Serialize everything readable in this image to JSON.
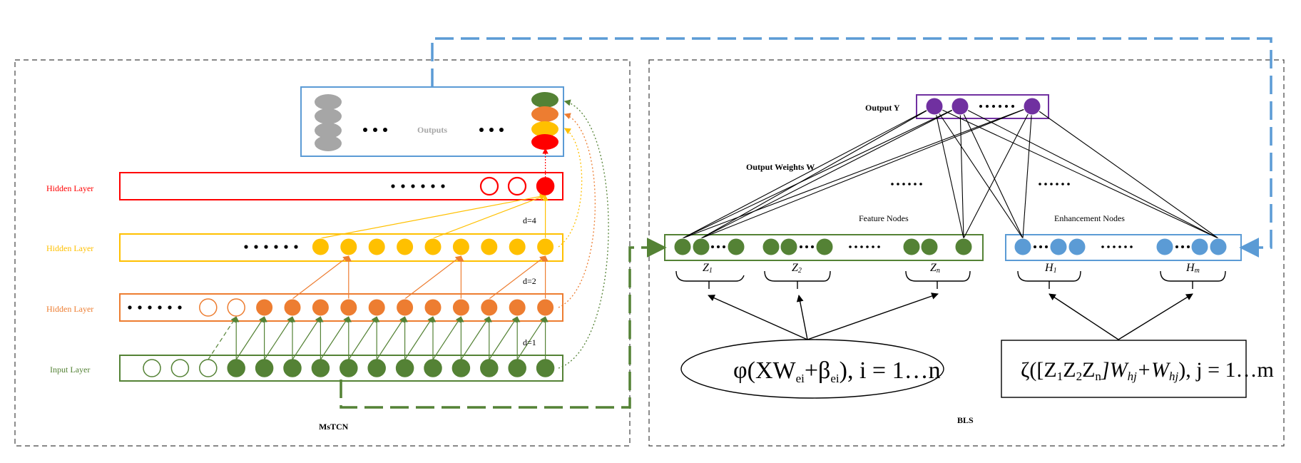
{
  "colors": {
    "green": "#548235",
    "orange": "#ED7D31",
    "yellow": "#FFC000",
    "red": "#FF0000",
    "blue": "#5B9BD5",
    "purple": "#7030A0",
    "gray": "#A6A6A6",
    "dashed_border": "#404040"
  },
  "mstcn": {
    "title": "MsTCN",
    "outputs_label": "Outputs",
    "layers": [
      {
        "label": "Hidden Layer",
        "color": "red"
      },
      {
        "label": "Hidden Layer",
        "color": "yellow"
      },
      {
        "label": "Hidden Layer",
        "color": "orange"
      },
      {
        "label": "Input Layer",
        "color": "green"
      }
    ],
    "dilations": [
      "d=4",
      "d=2",
      "d=1"
    ]
  },
  "bls": {
    "title": "BLS",
    "output_label": "Output  Y",
    "weights_label": "Output Weights  W",
    "feature_nodes_label": "Feature Nodes",
    "enhancement_nodes_label": "Enhancement Nodes",
    "groups": {
      "z1": {
        "base": "Z",
        "sub": "1"
      },
      "z2": {
        "base": "Z",
        "sub": "2"
      },
      "zn": {
        "base": "Z",
        "sub": "n"
      },
      "h1": {
        "base": "H",
        "sub": "1"
      },
      "hm": {
        "base": "H",
        "sub": "m"
      }
    },
    "feature_formula": {
      "p1": "φ(XW",
      "s1": "ei",
      "p2": "+β",
      "s2": "ei",
      "p3": "), i = 1…n"
    },
    "enhance_formula": {
      "p1": "ζ([Z",
      "s1": "1",
      "p2": "Z",
      "s2": "2",
      "p3": "Z",
      "s3": "n",
      "p4": "]W",
      "s4": "hj",
      "p5": "+W",
      "s5": "hj",
      "p6": "), j = 1…m"
    }
  }
}
